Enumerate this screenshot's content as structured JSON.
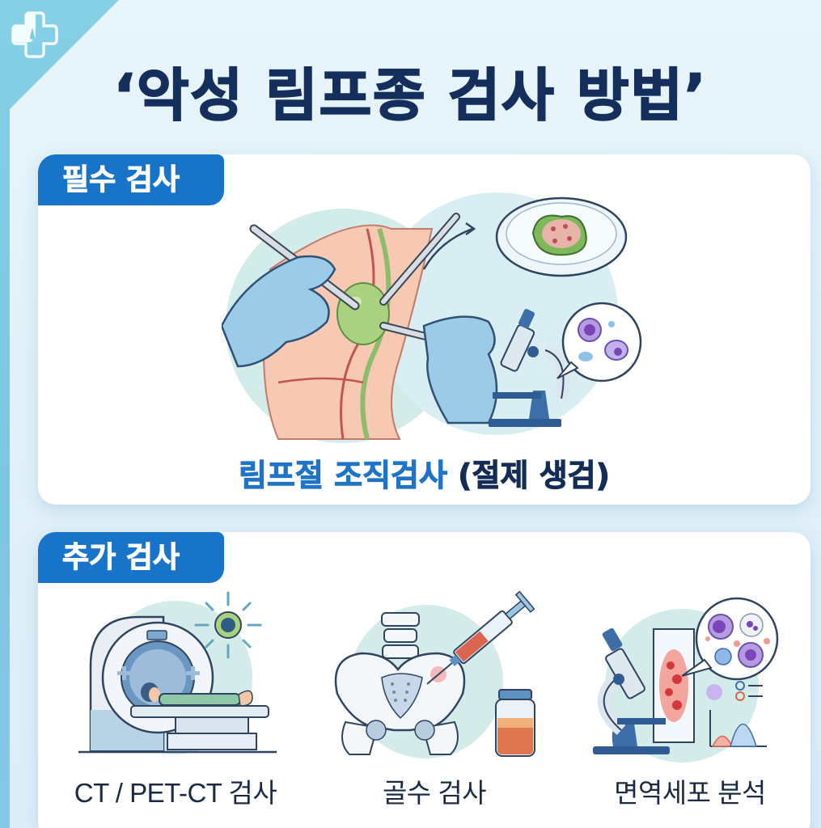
{
  "logo": {
    "icon": "medical-cross-icon"
  },
  "title": "‘악성 림프종 검사 방법’",
  "sections": {
    "essential": {
      "tab_label": "필수 검사",
      "illustration": "lymph-node-excision-biopsy-illustration",
      "caption": {
        "highlight": "림프절 조직검사",
        "rest": " (절제 생검)"
      }
    },
    "additional": {
      "tab_label": "추가 검사",
      "items": [
        {
          "label": "CT / PET-CT 검사",
          "icon": "ct-scanner-icon"
        },
        {
          "label": "골수 검사",
          "icon": "bone-marrow-syringe-icon"
        },
        {
          "label": "면역세포 분석",
          "icon": "microscope-cells-icon"
        }
      ]
    }
  },
  "colors": {
    "frame": "#7fcbe3",
    "panel": "#e4f2fa",
    "title": "#152f5c",
    "tab": "#1874c9",
    "caption_blue": "#1f74c8",
    "caption_navy": "#142d57",
    "item_text": "#1b2a44"
  }
}
